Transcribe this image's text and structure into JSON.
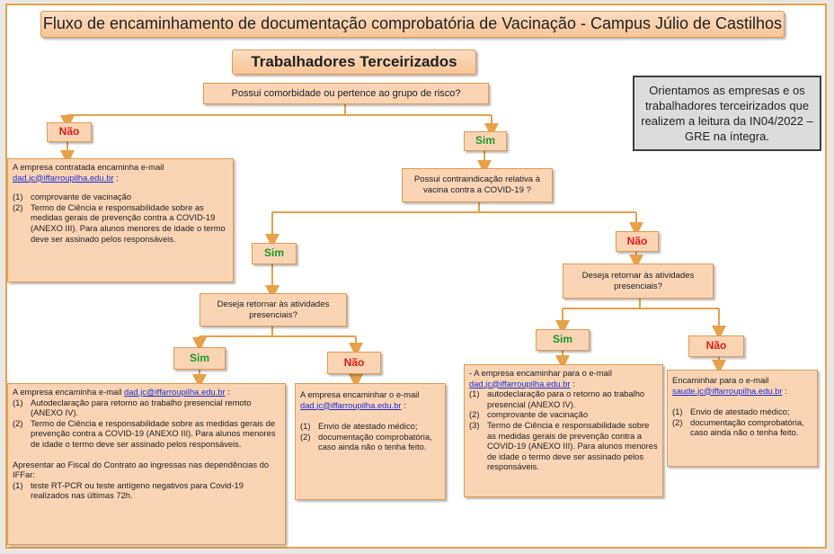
{
  "title": "Fluxo de encaminhamento de documentação comprobatória de Vacinação - Campus Júlio de Castilhos",
  "subtitle": "Trabalhadores Terceirizados",
  "info_note": "Orientamos as empresas e os trabalhadores terceirizados que realizem a leitura da IN04/2022 –GRE na íntegra.",
  "q1": "Possui comorbidade ou pertence ao grupo de risco?",
  "q2": "Possui contraindicação relativa à vacina contra a COVID-19 ?",
  "q3": "Deseja retornar às atividades presenciais?",
  "q4": "Deseja retornar às atividades presenciais?",
  "labels": {
    "nao": "Não",
    "sim": "Sim"
  },
  "box_a": {
    "line1": "A empresa contratada encaminha  e-mail",
    "email": "dad.jc@iffarroupilha.edu.br",
    "after_email": " :",
    "items": [
      {
        "n": "(1)",
        "t": "comprovante de vacinação"
      },
      {
        "n": "(2)",
        "t": "Termo de Ciência e responsabilidade sobre as medidas gerais de prevenção contra a COVID-19 (ANEXO III). Para alunos menores de idade o termo deve ser assinado pelos responsáveis."
      }
    ]
  },
  "box_b": {
    "line1": "A empresa encaminha e-mail ",
    "email": "dad.jc@iffarroupilha.edu.br",
    "after_email": " :",
    "items": [
      {
        "n": "(1)",
        "t": "Autodeclaração para retorno ao trabalho presencial remoto (ANEXO IV)."
      },
      {
        "n": "(2)",
        "t": "Termo de Ciência e responsabilidade sobre as medidas gerais de prevenção contra a COVID-19 (ANEXO III). Para alunos menores de idade o termo deve ser assinado pelos responsáveis."
      }
    ],
    "extra": "Apresentar ao Fiscal do Contrato ao ingressas nas dependências do IFFar:",
    "extra_items": [
      {
        "n": "(1)",
        "t": "teste RT-PCR ou teste antígeno negativos para Covid-19 realizados nas últimas 72h."
      }
    ]
  },
  "box_c": {
    "line1": "A empresa encaminhar o e-mail",
    "email": "dad.jc@iffarroupilha.edu.br",
    "after_email": " :",
    "items": [
      {
        "n": "(1)",
        "t": "Envio de atestado médico;"
      },
      {
        "n": "(2)",
        "t": "documentação comprobatória, caso ainda não o tenha feito."
      }
    ]
  },
  "box_d": {
    "line1": "- A empresa encaminhar para o e-mail",
    "email": "dad.jc@iffarroupilha.edu.br",
    "after_email": " :",
    "items": [
      {
        "n": "(1)",
        "t": "autodeclaração para o retorno ao trabalho presencial (ANEXO IV)."
      },
      {
        "n": "(2)",
        "t": "comprovante de vacinação"
      },
      {
        "n": "(3)",
        "t": "Termo de Ciência e responsabilidade sobre as medidas gerais de prevenção contra a COVID-19 (ANEXO III). Para alunos menores de idade o termo deve ser assinado pelos responsáveis."
      }
    ]
  },
  "box_e": {
    "line1": "Encaminhar para o e-mail",
    "email": "saude.jc@iffarroupilha.edu.br",
    "after_email": " :",
    "items": [
      {
        "n": "(1)",
        "t": "Envio de atestado médico;"
      },
      {
        "n": "(2)",
        "t": "documentação comprobatória, caso ainda não o tenha feito."
      }
    ]
  },
  "colors": {
    "box_fill": "#fbd4b4",
    "box_border": "#e19b52",
    "arrow": "#e8a24a",
    "no_label": "#e41b17",
    "yes_label": "#1a9a2b",
    "email_link": "#1a2fd6"
  }
}
